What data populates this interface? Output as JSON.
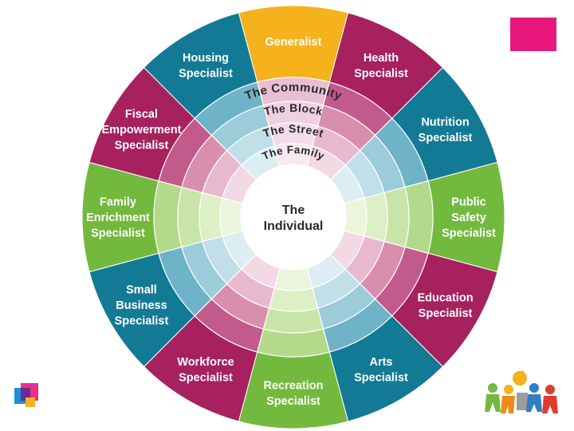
{
  "colors": {
    "generalist": "#f5b21c",
    "teal": "#137a95",
    "magenta": "#a6215e",
    "green": "#73b93e",
    "accent_square": "#e8177e",
    "ring_community": "#97c6d6",
    "ring_block": "#d98eae",
    "ring_street": "#e9bfd2",
    "ring_family": "#f2dde8",
    "center": "#ffffff"
  },
  "wheel": {
    "segments": [
      {
        "id": "generalist",
        "lines": [
          "Generalist"
        ],
        "color": "generalist"
      },
      {
        "id": "health",
        "lines": [
          "Health",
          "Specialist"
        ],
        "color": "magenta"
      },
      {
        "id": "nutrition",
        "lines": [
          "Nutrition",
          "Specialist"
        ],
        "color": "teal"
      },
      {
        "id": "public-safety",
        "lines": [
          "Public",
          "Safety",
          "Specialist"
        ],
        "color": "green"
      },
      {
        "id": "education",
        "lines": [
          "Education",
          "Specialist"
        ],
        "color": "magenta"
      },
      {
        "id": "arts",
        "lines": [
          "Arts",
          "Specialist"
        ],
        "color": "teal"
      },
      {
        "id": "recreation",
        "lines": [
          "Recreation",
          "Specialist"
        ],
        "color": "green"
      },
      {
        "id": "workforce",
        "lines": [
          "Workforce",
          "Specialist"
        ],
        "color": "magenta"
      },
      {
        "id": "small-business",
        "lines": [
          "Small",
          "Business",
          "Specialist"
        ],
        "color": "teal"
      },
      {
        "id": "family-enrichment",
        "lines": [
          "Family",
          "Enrichment",
          "Specialist"
        ],
        "color": "green"
      },
      {
        "id": "fiscal-empowerment",
        "lines": [
          "Fiscal",
          "Empowerment",
          "Specialist"
        ],
        "color": "magenta"
      },
      {
        "id": "housing",
        "lines": [
          "Housing",
          "Specialist"
        ],
        "color": "teal"
      }
    ],
    "rings": [
      {
        "id": "community",
        "label": "The Community"
      },
      {
        "id": "block",
        "label": "The Block"
      },
      {
        "id": "street",
        "label": "The Street"
      },
      {
        "id": "family",
        "label": "The Family"
      }
    ],
    "center_lines": [
      "The",
      "Individual"
    ]
  }
}
